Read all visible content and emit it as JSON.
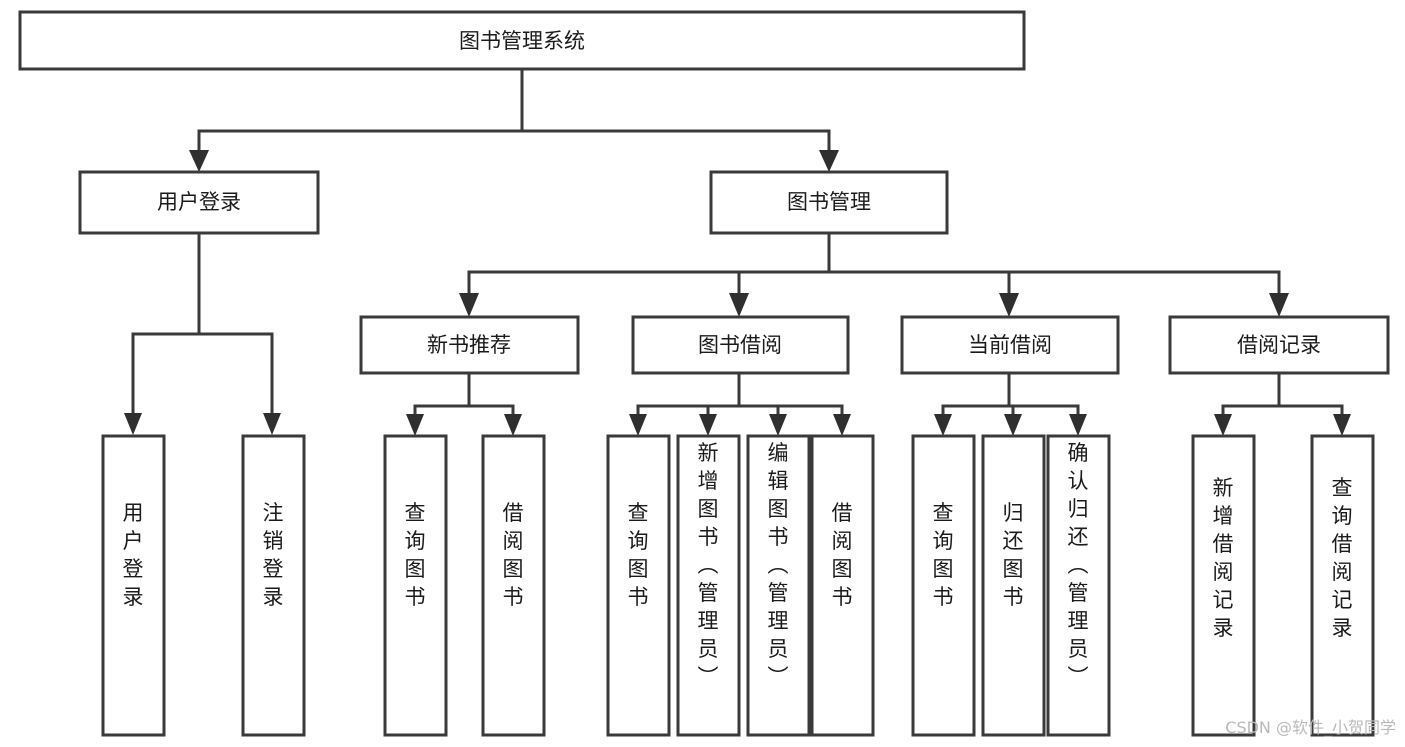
{
  "diagram": {
    "title": "图书管理系统",
    "type": "tree-hierarchy",
    "orientation": "top-down",
    "root": {
      "id": "root",
      "label": "图书管理系统",
      "text_direction": "horizontal"
    },
    "level1": [
      {
        "id": "user-login",
        "label": "用户登录",
        "text_direction": "horizontal"
      },
      {
        "id": "book-manage",
        "label": "图书管理",
        "text_direction": "horizontal"
      }
    ],
    "level2": [
      {
        "id": "new-book-recommend",
        "label": "新书推荐",
        "parent": "book-manage",
        "text_direction": "horizontal"
      },
      {
        "id": "book-borrow",
        "label": "图书借阅",
        "parent": "book-manage",
        "text_direction": "horizontal"
      },
      {
        "id": "current-borrow",
        "label": "当前借阅",
        "parent": "book-manage",
        "text_direction": "horizontal"
      },
      {
        "id": "borrow-record",
        "label": "借阅记录",
        "parent": "book-manage",
        "text_direction": "horizontal"
      }
    ],
    "leaves": [
      {
        "id": "leaf-user-login",
        "label": "用户登录",
        "parent": "user-login",
        "text_direction": "vertical"
      },
      {
        "id": "leaf-logout",
        "label": "注销登录",
        "parent": "user-login",
        "text_direction": "vertical"
      },
      {
        "id": "leaf-query-book-1",
        "label": "查询图书",
        "parent": "new-book-recommend",
        "text_direction": "vertical"
      },
      {
        "id": "leaf-borrow-book-1",
        "label": "借阅图书",
        "parent": "new-book-recommend",
        "text_direction": "vertical"
      },
      {
        "id": "leaf-query-book-2",
        "label": "查询图书",
        "parent": "book-borrow",
        "text_direction": "vertical"
      },
      {
        "id": "leaf-add-book",
        "label": "新增图书（管理员）",
        "parent": "book-borrow",
        "text_direction": "vertical"
      },
      {
        "id": "leaf-edit-book",
        "label": "编辑图书（管理员）",
        "parent": "book-borrow",
        "text_direction": "vertical"
      },
      {
        "id": "leaf-borrow-book-2",
        "label": "借阅图书",
        "parent": "book-borrow",
        "text_direction": "vertical"
      },
      {
        "id": "leaf-query-book-3",
        "label": "查询图书",
        "parent": "current-borrow",
        "text_direction": "vertical"
      },
      {
        "id": "leaf-return-book",
        "label": "归还图书",
        "parent": "current-borrow",
        "text_direction": "vertical"
      },
      {
        "id": "leaf-confirm-return",
        "label": "确认归还（管理员）",
        "parent": "current-borrow",
        "text_direction": "vertical"
      },
      {
        "id": "leaf-add-record",
        "label": "新增借阅记录",
        "parent": "borrow-record",
        "text_direction": "vertical"
      },
      {
        "id": "leaf-query-record",
        "label": "查询借阅记录",
        "parent": "borrow-record",
        "text_direction": "vertical"
      }
    ]
  },
  "watermark": {
    "text": "CSDN @软件_小贺同学"
  },
  "colors": {
    "box_stroke": "#3a3a3a",
    "box_fill": "#ffffff",
    "connector": "#3a3a3a",
    "text": "#1b1b1b",
    "watermark": "#b9b9b9",
    "background": "#ffffff"
  }
}
